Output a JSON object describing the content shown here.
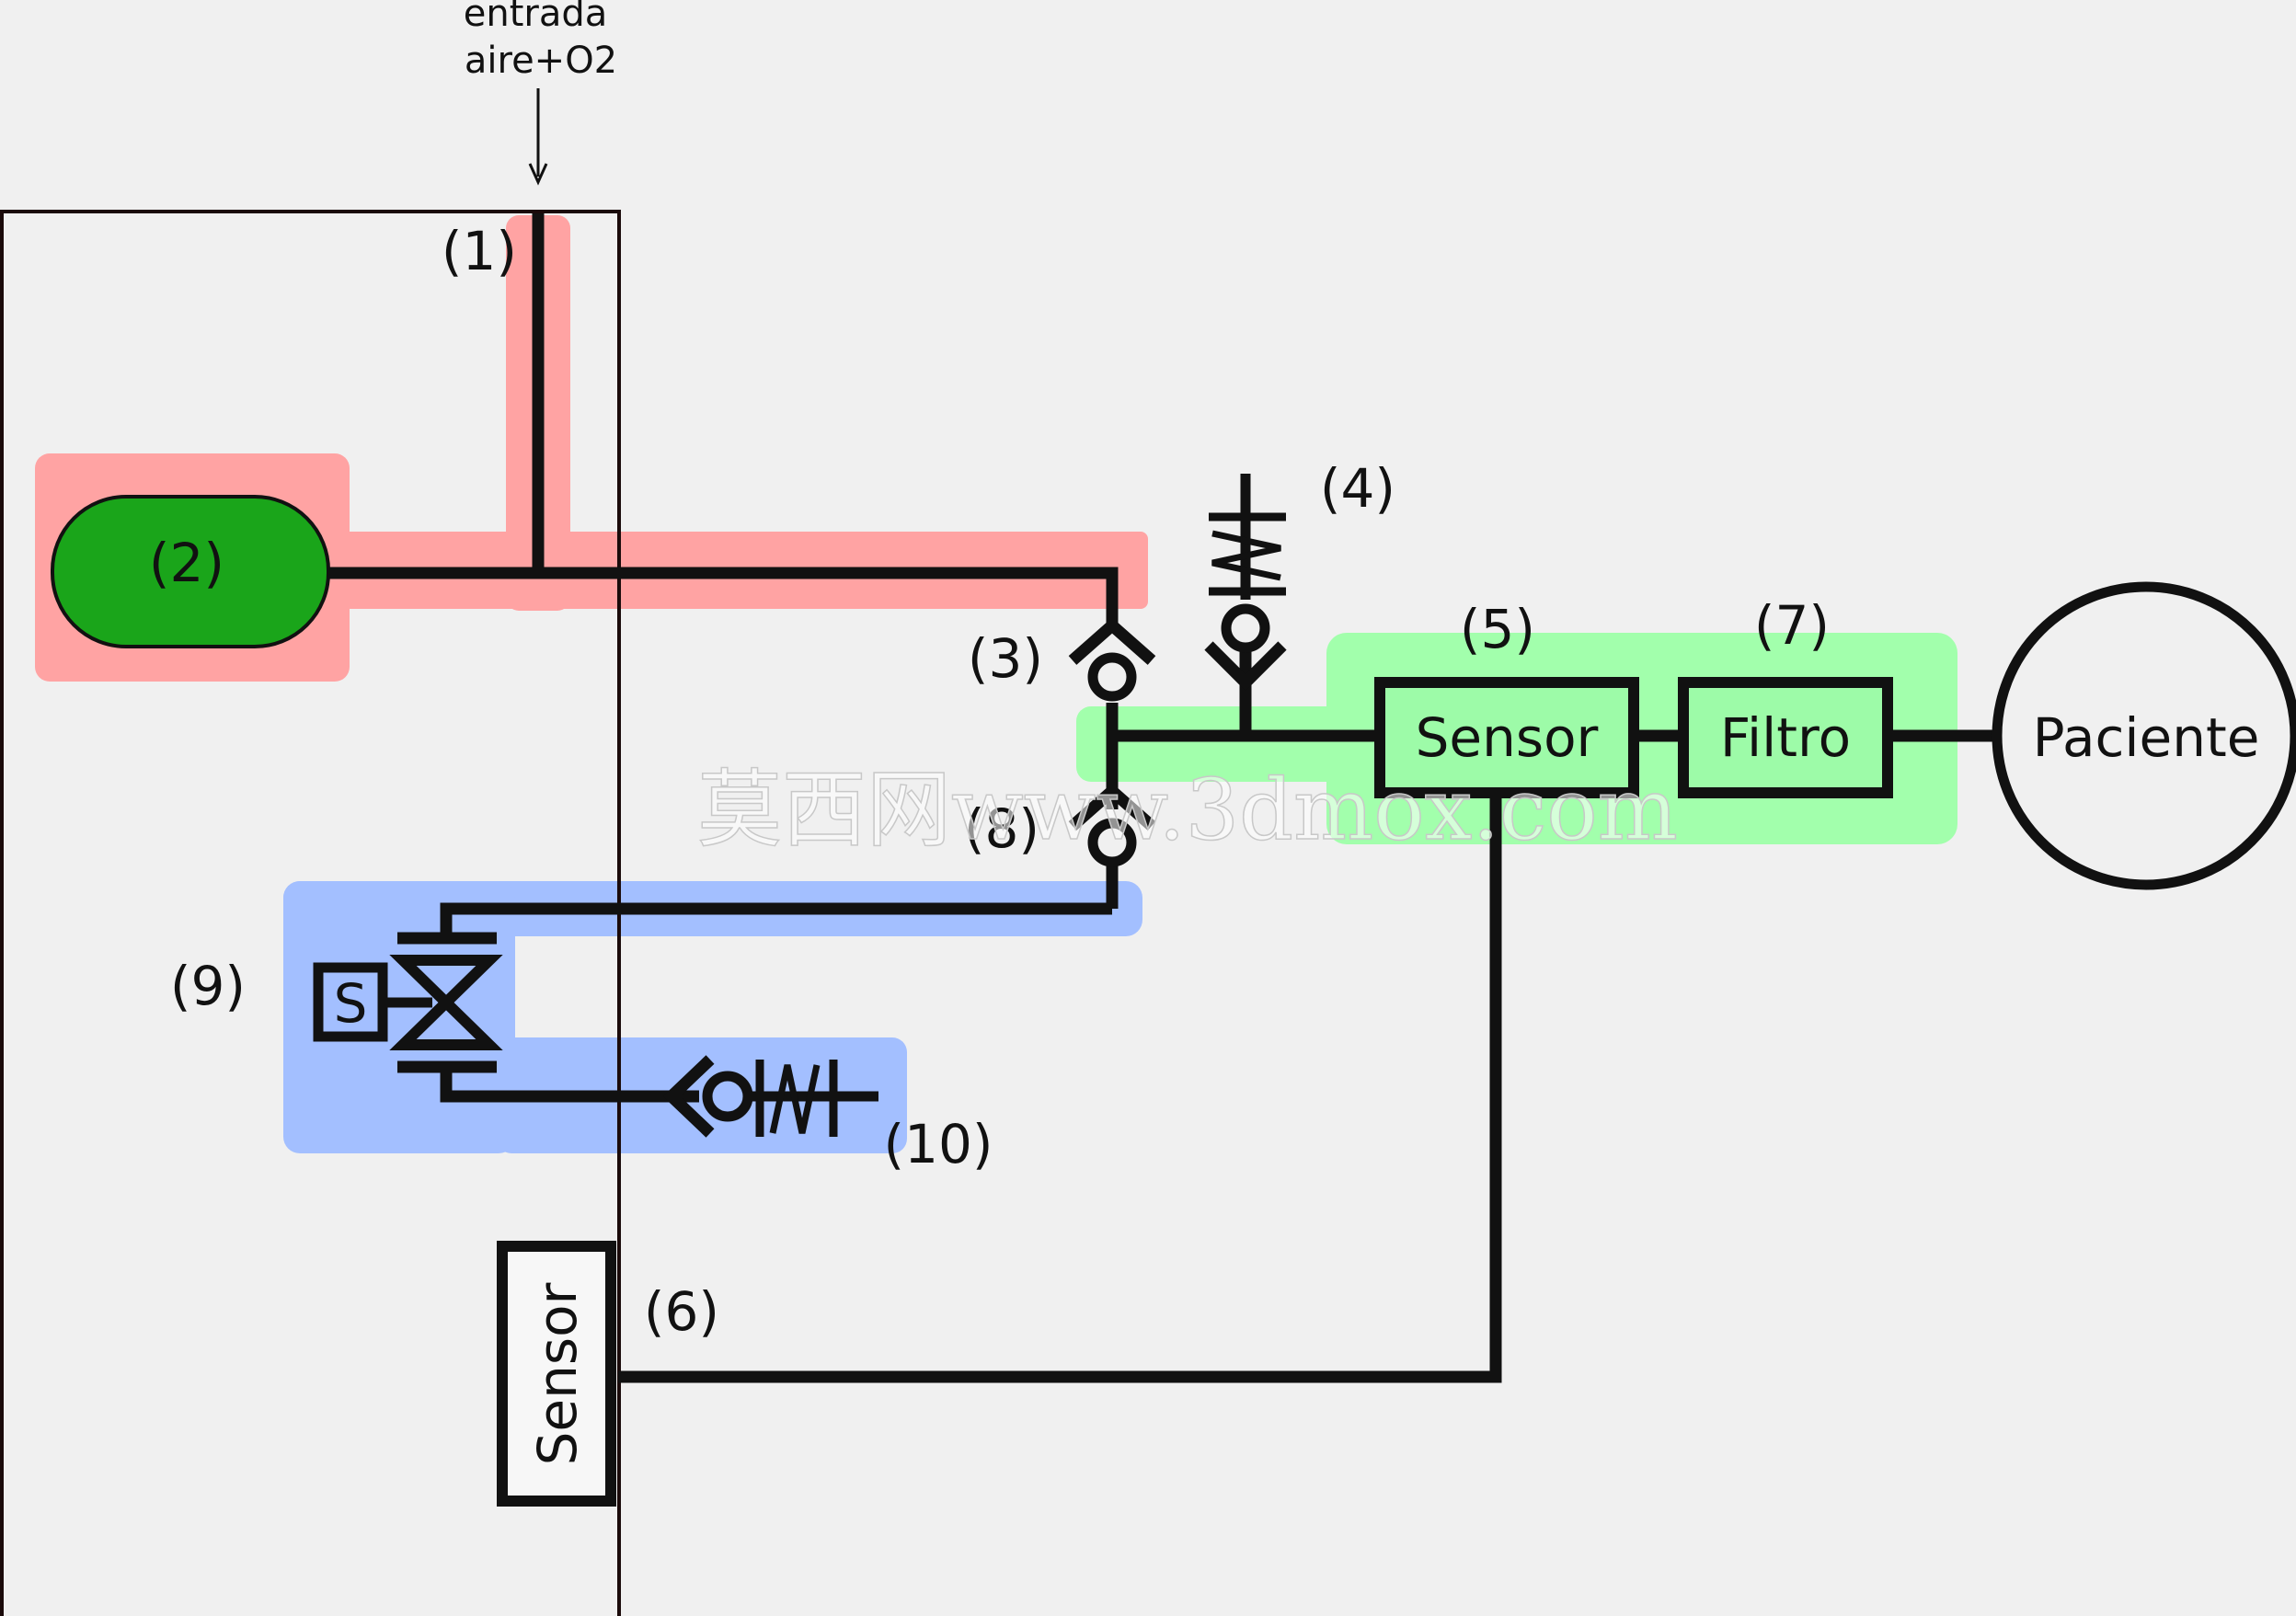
{
  "inlet": {
    "line1": "entrada",
    "line2": "aire+O2"
  },
  "labels": {
    "n1": "(1)",
    "n2": "(2)",
    "n3": "(3)",
    "n4": "(4)",
    "n5": "(5)",
    "n6": "(6)",
    "n7": "(7)",
    "n8": "(8)",
    "n9": "(9)",
    "n10": "(10)"
  },
  "components": {
    "sensor_main": "Sensor",
    "filter": "Filtro",
    "patient": "Paciente",
    "sensor_side": "Sensor",
    "solenoid": "S"
  },
  "watermark": "莫西网www.3dmox.com",
  "colors": {
    "background": "#f0f0f0",
    "inspiratory_zone": "#ffa3a3",
    "patient_zone": "#a2ffac",
    "expiratory_zone": "#a3bfff",
    "reservoir": "#1aa51a",
    "pipe": "#111111",
    "sensor_fill": "#9dfba8"
  }
}
